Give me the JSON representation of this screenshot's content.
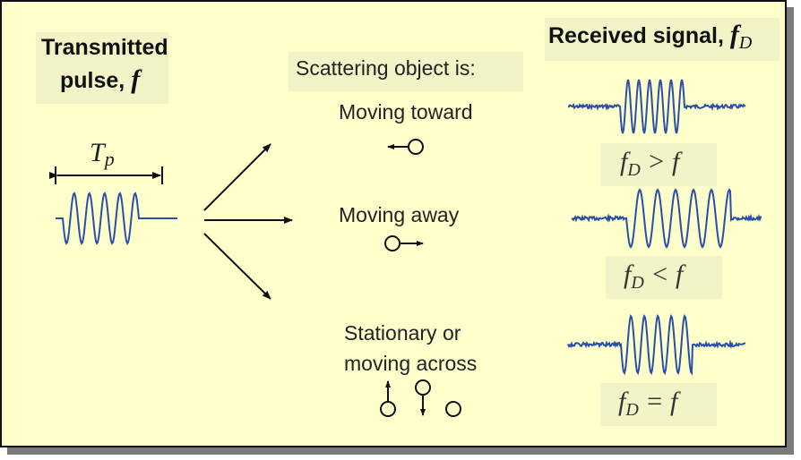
{
  "colors": {
    "background": "#ffffcc",
    "wave": "#2a4fa8",
    "ink": "#222222"
  },
  "left": {
    "header_line1": "Transmitted",
    "header_line2": "pulse,",
    "header_symbol": "f",
    "pulse_width_label": "Tp"
  },
  "middle": {
    "header": "Scattering object is:",
    "toward_label": "Moving toward",
    "away_label": "Moving away",
    "stationary_line1": "Stationary or",
    "stationary_line2": "moving across"
  },
  "right": {
    "header": "Received signal,",
    "header_symbol": "f",
    "header_subscript": "D",
    "relation_toward": {
      "lhs": "f",
      "sub": "D",
      "op": ">",
      "rhs": "f"
    },
    "relation_away": {
      "lhs": "f",
      "sub": "D",
      "op": "<",
      "rhs": "f"
    },
    "relation_stationary": {
      "lhs": "f",
      "sub": "D",
      "op": "=",
      "rhs": "f"
    }
  },
  "icons": [
    "arrow-left-icon",
    "arrow-right-icon",
    "arrow-up-icon",
    "arrow-down-icon",
    "circle-icon"
  ]
}
